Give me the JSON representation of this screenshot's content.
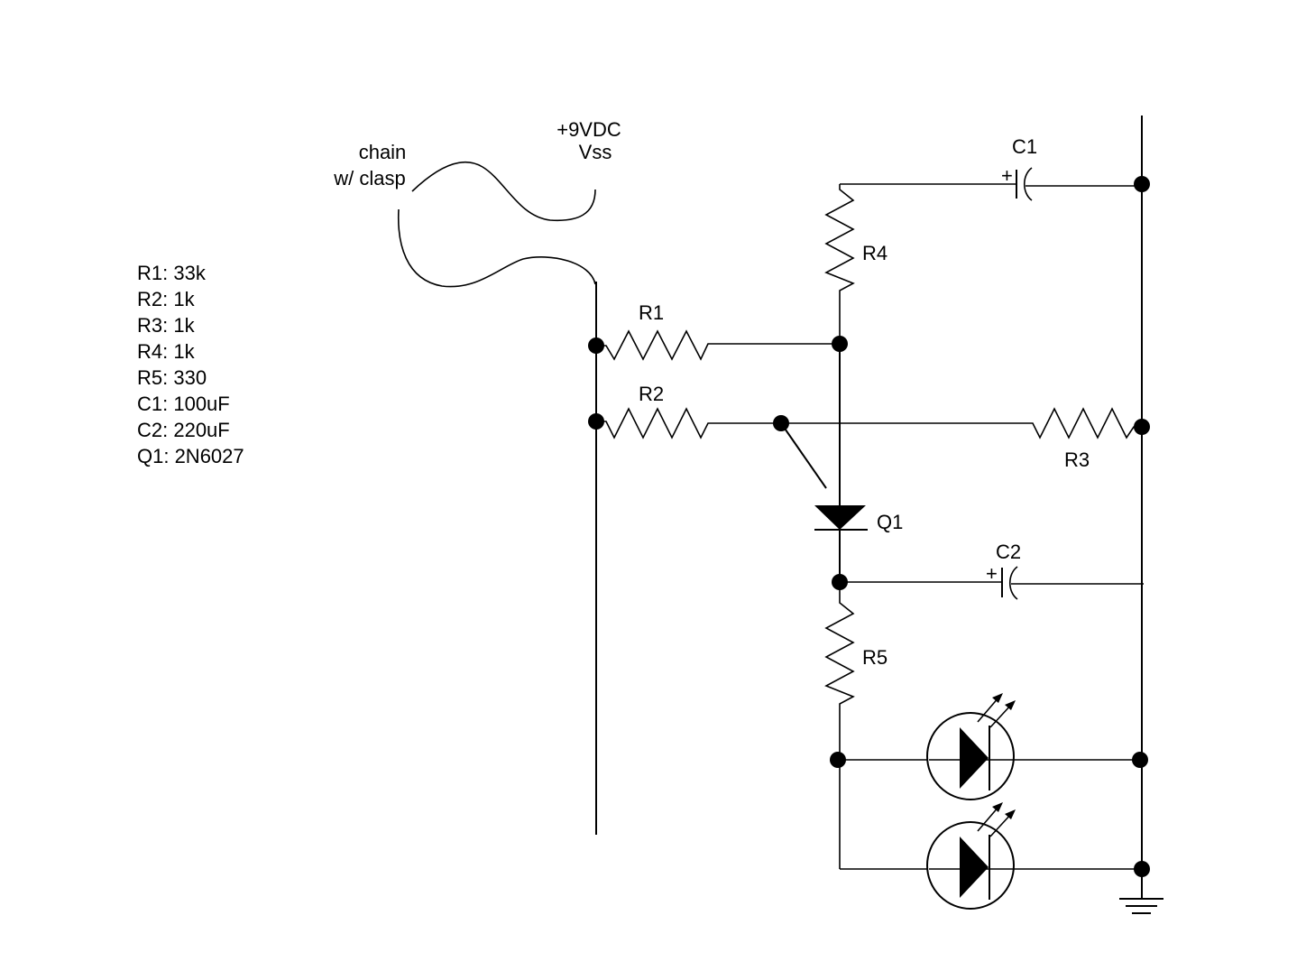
{
  "labels": {
    "chain_line1": "chain",
    "chain_line2": "w/ clasp",
    "supply_voltage": "+9VDC",
    "supply_name": "Vss",
    "plus": "+"
  },
  "components": {
    "R1": "R1",
    "R2": "R2",
    "R3": "R3",
    "R4": "R4",
    "R5": "R5",
    "C1": "C1",
    "C2": "C2",
    "Q1": "Q1"
  },
  "parts_list": [
    "R1: 33k",
    "R2: 1k",
    "R3: 1k",
    "R4: 1k",
    "R5: 330",
    "C1: 100uF",
    "C2: 220uF",
    "Q1: 2N6027"
  ]
}
